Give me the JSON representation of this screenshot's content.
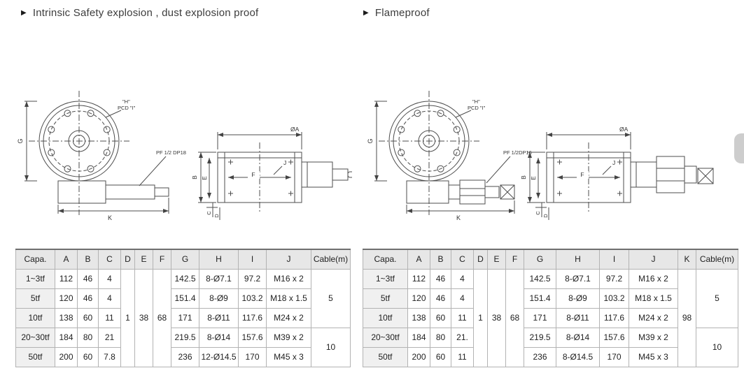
{
  "sections": {
    "left": {
      "bullet": "▶",
      "title": "Intrinsic Safety explosion , dust explosion proof",
      "drawing": {
        "h_label": "\"H\"",
        "pcd_label": "PCD \"I\"",
        "pf_label": "PF 1/2 DP18",
        "dim_g": "G",
        "dim_k": "K",
        "dim_oa": "ØA",
        "dim_j": "J",
        "dim_b": "B",
        "dim_e": "E",
        "dim_c": "C",
        "dim_d": "D",
        "dim_f": "F"
      },
      "table": {
        "headers": [
          "Capa.",
          "A",
          "B",
          "C",
          "D",
          "E",
          "F",
          "G",
          "H",
          "I",
          "J",
          "Cable(m)"
        ],
        "widths": [
          56,
          32,
          30,
          32,
          20,
          26,
          26,
          40,
          56,
          40,
          64,
          56
        ],
        "rows": [
          [
            {
              "t": "1~3tf",
              "h": 1
            },
            {
              "t": "112"
            },
            {
              "t": "46"
            },
            {
              "t": "4"
            },
            {
              "t": "1",
              "rs": 5
            },
            {
              "t": "38",
              "rs": 5
            },
            {
              "t": "68",
              "rs": 5
            },
            {
              "t": "142.5"
            },
            {
              "t": "8-Ø7.1"
            },
            {
              "t": "97.2"
            },
            {
              "t": "M16 x 2"
            },
            {
              "t": "5",
              "rs": 3
            }
          ],
          [
            {
              "t": "5tf",
              "h": 1
            },
            {
              "t": "120"
            },
            {
              "t": "46"
            },
            {
              "t": "4"
            },
            {
              "t": "151.4"
            },
            {
              "t": "8-Ø9"
            },
            {
              "t": "103.2"
            },
            {
              "t": "M18 x 1.5"
            }
          ],
          [
            {
              "t": "10tf",
              "h": 1
            },
            {
              "t": "138"
            },
            {
              "t": "60"
            },
            {
              "t": "11"
            },
            {
              "t": "171"
            },
            {
              "t": "8-Ø11"
            },
            {
              "t": "117.6"
            },
            {
              "t": "M24 x 2"
            }
          ],
          [
            {
              "t": "20~30tf",
              "h": 1
            },
            {
              "t": "184"
            },
            {
              "t": "80"
            },
            {
              "t": "21"
            },
            {
              "t": "219.5"
            },
            {
              "t": "8-Ø14"
            },
            {
              "t": "157.6"
            },
            {
              "t": "M39 x 2"
            },
            {
              "t": "10",
              "rs": 2
            }
          ],
          [
            {
              "t": "50tf",
              "h": 1
            },
            {
              "t": "200"
            },
            {
              "t": "60"
            },
            {
              "t": "7.8"
            },
            {
              "t": "236"
            },
            {
              "t": "12-Ø14.5"
            },
            {
              "t": "170"
            },
            {
              "t": "M45 x 3"
            }
          ]
        ]
      }
    },
    "right": {
      "bullet": "▶",
      "title": "Flameproof",
      "drawing": {
        "h_label": "\"H\"",
        "pcd_label": "PCD \"I\"",
        "pf_label": "PF 1/2DP16",
        "dim_g": "G",
        "dim_k": "K",
        "dim_oa": "ØA",
        "dim_j": "J",
        "dim_b": "B",
        "dim_e": "E",
        "dim_c": "C",
        "dim_d": "D",
        "dim_f": "F"
      },
      "table": {
        "headers": [
          "Capa.",
          "A",
          "B",
          "C",
          "D",
          "E",
          "F",
          "G",
          "H",
          "I",
          "J",
          "K",
          "Cable(m)"
        ],
        "widths": [
          64,
          32,
          30,
          32,
          20,
          26,
          26,
          46,
          62,
          42,
          70,
          26,
          60
        ],
        "rows": [
          [
            {
              "t": "1~3tf",
              "h": 1
            },
            {
              "t": "112"
            },
            {
              "t": "46"
            },
            {
              "t": "4"
            },
            {
              "t": "1",
              "rs": 5
            },
            {
              "t": "38",
              "rs": 5
            },
            {
              "t": "68",
              "rs": 5
            },
            {
              "t": "142.5"
            },
            {
              "t": "8-Ø7.1"
            },
            {
              "t": "97.2"
            },
            {
              "t": "M16 x 2"
            },
            {
              "t": "98",
              "rs": 5
            },
            {
              "t": "5",
              "rs": 3
            }
          ],
          [
            {
              "t": "5tf",
              "h": 1
            },
            {
              "t": "120"
            },
            {
              "t": "46"
            },
            {
              "t": "4"
            },
            {
              "t": "151.4"
            },
            {
              "t": "8-Ø9"
            },
            {
              "t": "103.2"
            },
            {
              "t": "M18 x 1.5"
            }
          ],
          [
            {
              "t": "10tf",
              "h": 1
            },
            {
              "t": "138"
            },
            {
              "t": "60"
            },
            {
              "t": "11"
            },
            {
              "t": "171"
            },
            {
              "t": "8-Ø11"
            },
            {
              "t": "117.6"
            },
            {
              "t": "M24 x 2"
            }
          ],
          [
            {
              "t": "20~30tf",
              "h": 1
            },
            {
              "t": "184"
            },
            {
              "t": "80"
            },
            {
              "t": "21."
            },
            {
              "t": "219.5"
            },
            {
              "t": "8-Ø14"
            },
            {
              "t": "157.6"
            },
            {
              "t": "M39 x 2"
            },
            {
              "t": "10",
              "rs": 2
            }
          ],
          [
            {
              "t": "50tf",
              "h": 1
            },
            {
              "t": "200"
            },
            {
              "t": "60"
            },
            {
              "t": "11"
            },
            {
              "t": "236"
            },
            {
              "t": "8-Ø14.5"
            },
            {
              "t": "170"
            },
            {
              "t": "M45 x 3"
            }
          ]
        ]
      }
    }
  }
}
